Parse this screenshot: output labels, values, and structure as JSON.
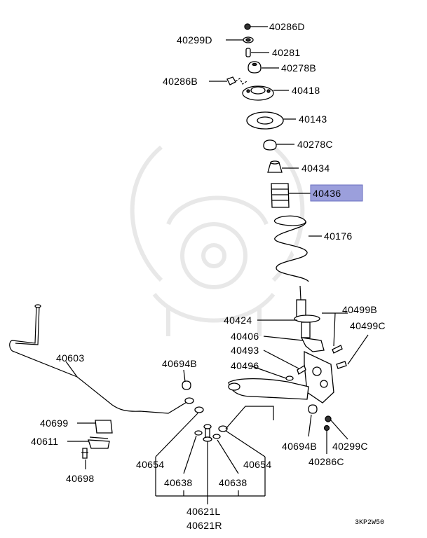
{
  "parts": [
    {
      "id": "p-40286D",
      "label": "40286D"
    },
    {
      "id": "p-40299D",
      "label": "40299D"
    },
    {
      "id": "p-40281",
      "label": "40281"
    },
    {
      "id": "p-40278B",
      "label": "40278B"
    },
    {
      "id": "p-40286B",
      "label": "40286B"
    },
    {
      "id": "p-40418",
      "label": "40418"
    },
    {
      "id": "p-40143",
      "label": "40143"
    },
    {
      "id": "p-40278C",
      "label": "40278C"
    },
    {
      "id": "p-40434",
      "label": "40434"
    },
    {
      "id": "p-40436",
      "label": "40436",
      "highlight": true
    },
    {
      "id": "p-40176",
      "label": "40176"
    },
    {
      "id": "p-40499B",
      "label": "40499B"
    },
    {
      "id": "p-40424",
      "label": "40424"
    },
    {
      "id": "p-40499C",
      "label": "40499C"
    },
    {
      "id": "p-40406",
      "label": "40406"
    },
    {
      "id": "p-40493",
      "label": "40493"
    },
    {
      "id": "p-40603",
      "label": "40603"
    },
    {
      "id": "p-40496",
      "label": "40496"
    },
    {
      "id": "p-40694B-l",
      "label": "40694B"
    },
    {
      "id": "p-40699",
      "label": "40699"
    },
    {
      "id": "p-40611",
      "label": "40611"
    },
    {
      "id": "p-40694B-r",
      "label": "40694B"
    },
    {
      "id": "p-40299C",
      "label": "40299C"
    },
    {
      "id": "p-40286C",
      "label": "40286C"
    },
    {
      "id": "p-40654-l",
      "label": "40654"
    },
    {
      "id": "p-40654-r",
      "label": "40654"
    },
    {
      "id": "p-40698",
      "label": "40698"
    },
    {
      "id": "p-40638-l",
      "label": "40638"
    },
    {
      "id": "p-40638-r",
      "label": "40638"
    },
    {
      "id": "p-40621L",
      "label": "40621L"
    },
    {
      "id": "p-40621R",
      "label": "40621R"
    }
  ],
  "diagram_code": "3KP2W50",
  "colors": {
    "highlight": "#9b9fdc",
    "line": "#000000",
    "watermark": "#e6e6e6"
  }
}
